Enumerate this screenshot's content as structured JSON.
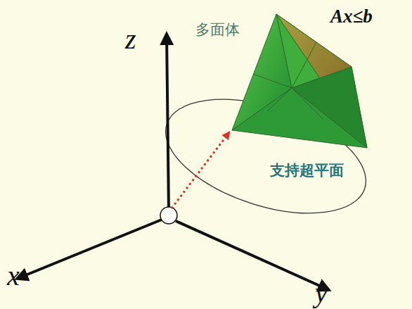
{
  "diagram": {
    "labels": [
      "z",
      "多面体",
      "Ax≤b",
      "支持超平面",
      "x",
      "y"
    ]
  }
}
